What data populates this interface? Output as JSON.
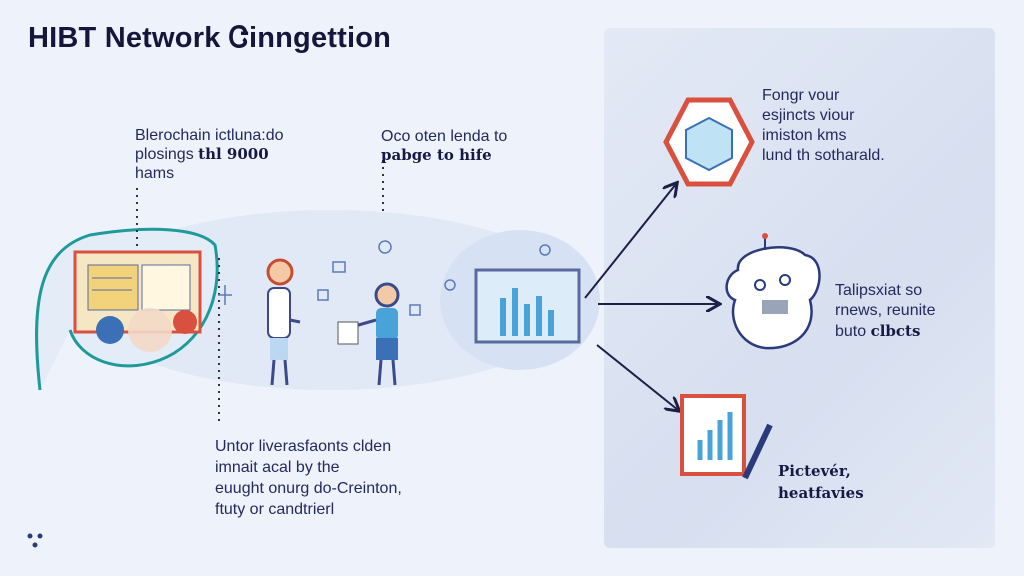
{
  "title": "HIBT Network Ꮳinngettion",
  "callouts": {
    "top_left": {
      "line1": "Blerochain ictluna:do",
      "line2_plain": "plosings",
      "line2_bold": "thl 9000",
      "line3": "hams"
    },
    "top_middle": {
      "line1": "Oco oten lenda to",
      "line2_bold": "pabge to hife"
    },
    "bottom_left": {
      "lines": [
        "Untor liverasfaonts clden",
        "imnait acal by the",
        "euught onurg do-Creinton,",
        "ftuty or candtrierl"
      ]
    }
  },
  "panel": {
    "item1": {
      "lines": [
        "Fongr vour",
        "esjincts viour",
        "imiston kms",
        "lund th sotharald."
      ]
    },
    "item2": {
      "line1": "Talipsxiat so",
      "line2": "rnews, reunite",
      "line3_plain": "buto",
      "line3_bold": "clbcts"
    },
    "item3": {
      "lines": [
        "Pictevér,",
        "heatfavies"
      ]
    }
  },
  "colors": {
    "background": "#eef2fa",
    "panel": "#dce3f2",
    "text": "#1e2456",
    "accent_red": "#d9503f",
    "accent_blue": "#4aa3d8",
    "teal": "#1f9a9a"
  }
}
